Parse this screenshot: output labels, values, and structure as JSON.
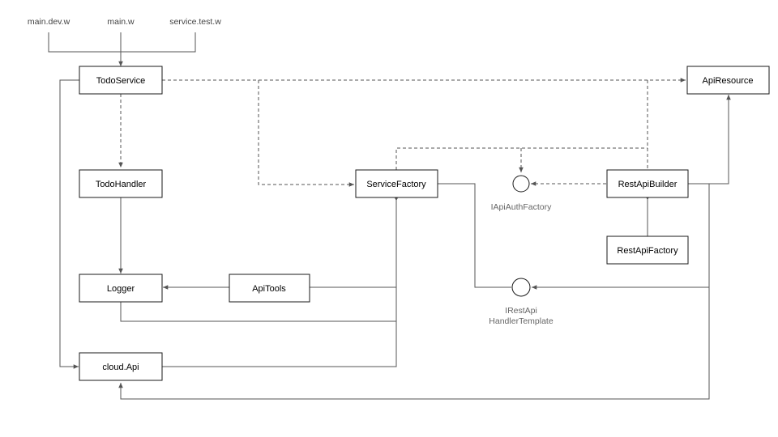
{
  "entrypoints": {
    "main_dev": "main.dev.w",
    "main": "main.w",
    "service_test": "service.test.w"
  },
  "components": {
    "todo_service": "TodoService",
    "todo_handler": "TodoHandler",
    "logger": "Logger",
    "cloud_api": "cloud.Api",
    "api_tools": "ApiTools",
    "service_factory": "ServiceFactory",
    "rest_api_builder": "RestApiBuilder",
    "rest_api_factory": "RestApiFactory",
    "api_resource": "ApiResource"
  },
  "interfaces": {
    "api_auth_factory": "IApiAuthFactory",
    "rest_api_handler_template_line1": "IRestApi",
    "rest_api_handler_template_line2": "HandlerTemplate"
  },
  "colors": {
    "box_stroke": "#1a1a1a",
    "connector": "#555555",
    "label_text": "#000000",
    "interface_text": "#666666"
  }
}
